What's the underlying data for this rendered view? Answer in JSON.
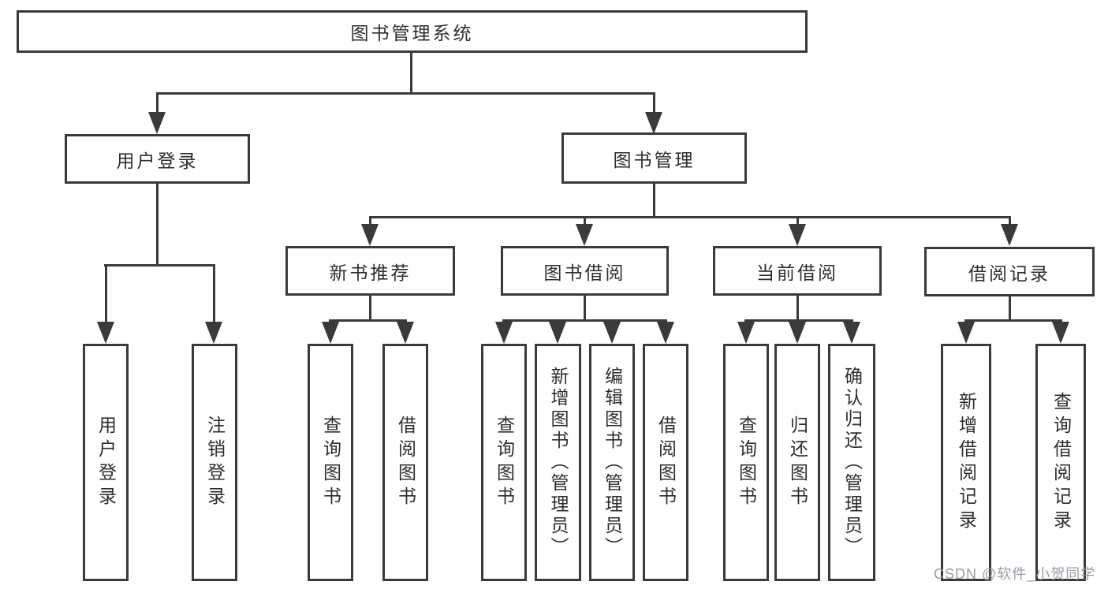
{
  "diagram": {
    "root": {
      "label": "图书管理系统"
    },
    "branches": [
      {
        "label": "用户登录",
        "leaves": [
          "用户登录",
          "注销登录"
        ]
      },
      {
        "label": "图书管理"
      }
    ],
    "modules": [
      {
        "label": "新书推荐",
        "leaves": [
          "查询图书",
          "借阅图书"
        ]
      },
      {
        "label": "图书借阅",
        "leaves": [
          "查询图书",
          "新增图书（管理员）",
          "编辑图书（管理员）",
          "借阅图书"
        ]
      },
      {
        "label": "当前借阅",
        "leaves": [
          "查询图书",
          "归还图书",
          "确认归还（管理员）"
        ]
      },
      {
        "label": "借阅记录",
        "leaves": [
          "新增借阅记录",
          "查询借阅记录"
        ]
      }
    ]
  },
  "watermark": {
    "text": "CSDN @软件_小贺同学"
  },
  "colors": {
    "line": "#3a3a3a",
    "text": "#2e2e2e",
    "background": "#ffffff",
    "watermark": "#9496a0"
  }
}
